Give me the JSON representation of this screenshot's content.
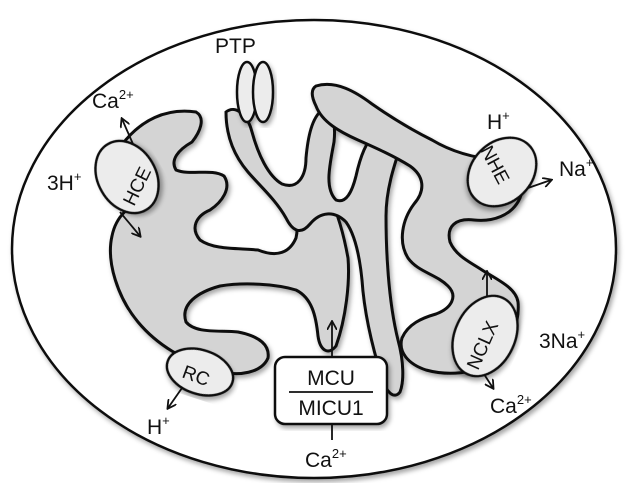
{
  "labels": {
    "ptp": "PTP",
    "hce_ca": "Ca",
    "hce_ca_sup": "2+",
    "hce_h": "3H",
    "hce_h_sup": "+",
    "hce": "HCE",
    "nhe_h": "H",
    "nhe_h_sup": "+",
    "nhe": "NHE",
    "nhe_na": "Na",
    "nhe_na_sup": "+",
    "nclx": "NCLX",
    "nclx_na": "3Na",
    "nclx_na_sup": "+",
    "nclx_ca": "Ca",
    "nclx_ca_sup": "2+",
    "rc": "RC",
    "rc_h": "H",
    "rc_h_sup": "+",
    "mcu": "MCU",
    "micu1": "MICU1",
    "mcu_ca": "Ca",
    "mcu_ca_sup": "2+"
  },
  "colors": {
    "outline": "#111111",
    "matrix_fill": "#d4d4d4",
    "background": "#ffffff"
  }
}
